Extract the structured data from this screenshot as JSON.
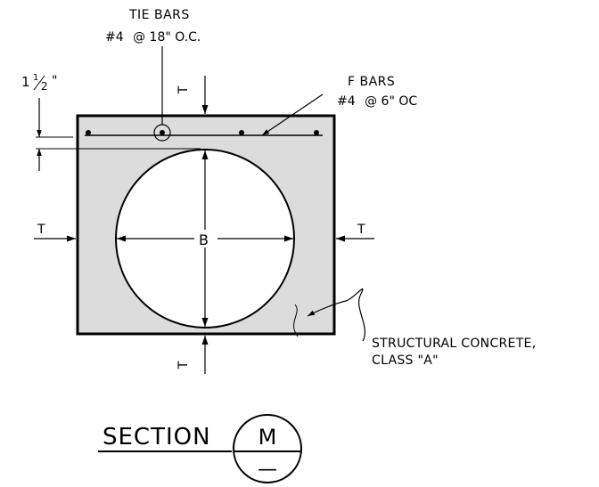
{
  "colors": {
    "line": "#000000",
    "concrete_fill": "#dcdcdc",
    "background": "#ffffff"
  },
  "callouts": {
    "tie_bars": {
      "title": "TIE BARS",
      "spec_prefix": "#4",
      "spec_suffix": "18\" O.C."
    },
    "f_bars": {
      "title": "F BARS",
      "spec_prefix": "#4",
      "spec_suffix": "6\" OC"
    },
    "cover": {
      "whole": "1",
      "numerator": "1",
      "denominator": "2",
      "unit": "\""
    },
    "concrete": {
      "line1": "STRUCTURAL CONCRETE,",
      "line2": "CLASS \"A\""
    }
  },
  "dimensions": {
    "diameter_label": "B",
    "thickness_label": "T"
  },
  "section": {
    "word": "SECTION",
    "letter": "M",
    "sheet": "—"
  },
  "icons": [
    "at-sign-icon",
    "rebar-dot-icon",
    "arrowhead-icon"
  ]
}
